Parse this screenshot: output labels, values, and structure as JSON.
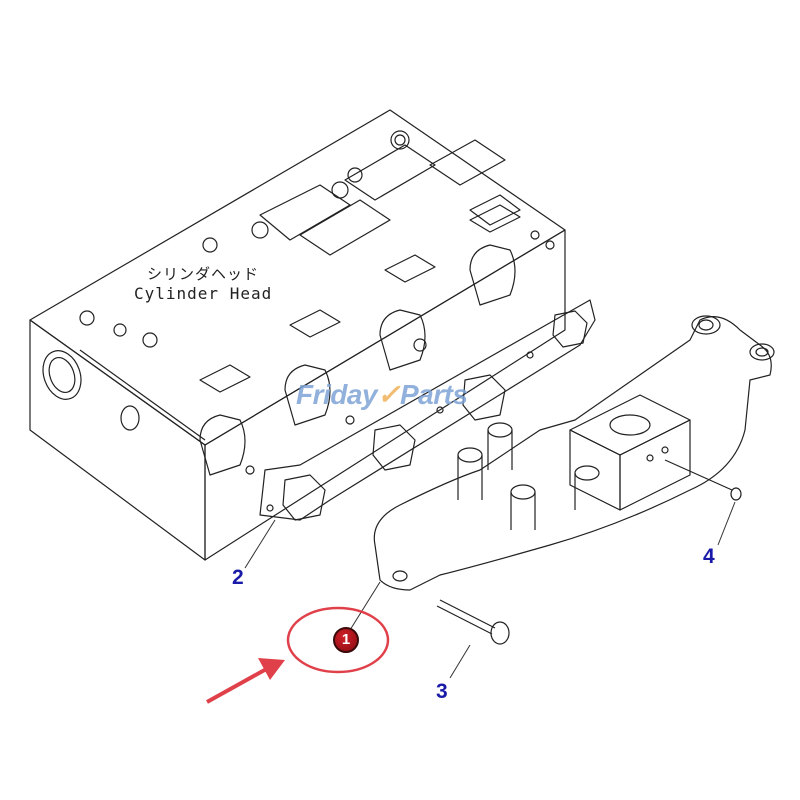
{
  "diagram": {
    "part_label_jp": "シリンダヘッド",
    "part_label_en": "Cylinder Head",
    "watermark": {
      "left": "Friday",
      "mark": "✓",
      "right": "Parts"
    },
    "callouts": [
      {
        "id": "2",
        "label": "2"
      },
      {
        "id": "3",
        "label": "3"
      },
      {
        "id": "4",
        "label": "4"
      }
    ],
    "highlight": {
      "badge": "1",
      "color": "#d9262e"
    },
    "colors": {
      "callout": "#1a1aa8",
      "highlight": "#e0404a",
      "watermark_blue": "#7ea4d6",
      "watermark_orange": "#f0b25a"
    }
  }
}
